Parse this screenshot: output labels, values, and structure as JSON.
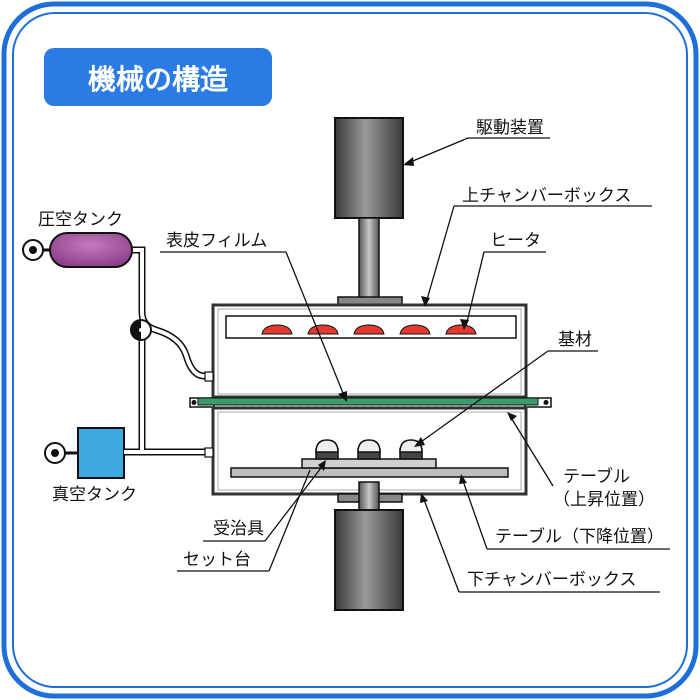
{
  "title": "機械の構造",
  "labels": {
    "drive": "駆動装置",
    "upper_box": "上チャンバーボックス",
    "heater": "ヒータ",
    "film": "表皮フィルム",
    "pressure_tank": "圧空タンク",
    "substrate": "基材",
    "vacuum_tank": "真空タンク",
    "table_up": "テーブル",
    "table_up_sub": "（上昇位置）",
    "jig": "受治具",
    "set_base": "セット台",
    "table_down": "テーブル（下降位置）",
    "lower_box": "下チャンバーボックス"
  },
  "colors": {
    "frame": "#1e6fd9",
    "title_bg": "#2a7be4",
    "tank": "#9b4a96",
    "vacuum": "#3ca9e0",
    "heater": "#e23a2e",
    "film": "#3c9a6b",
    "cylinder": "#6e6e6e"
  }
}
